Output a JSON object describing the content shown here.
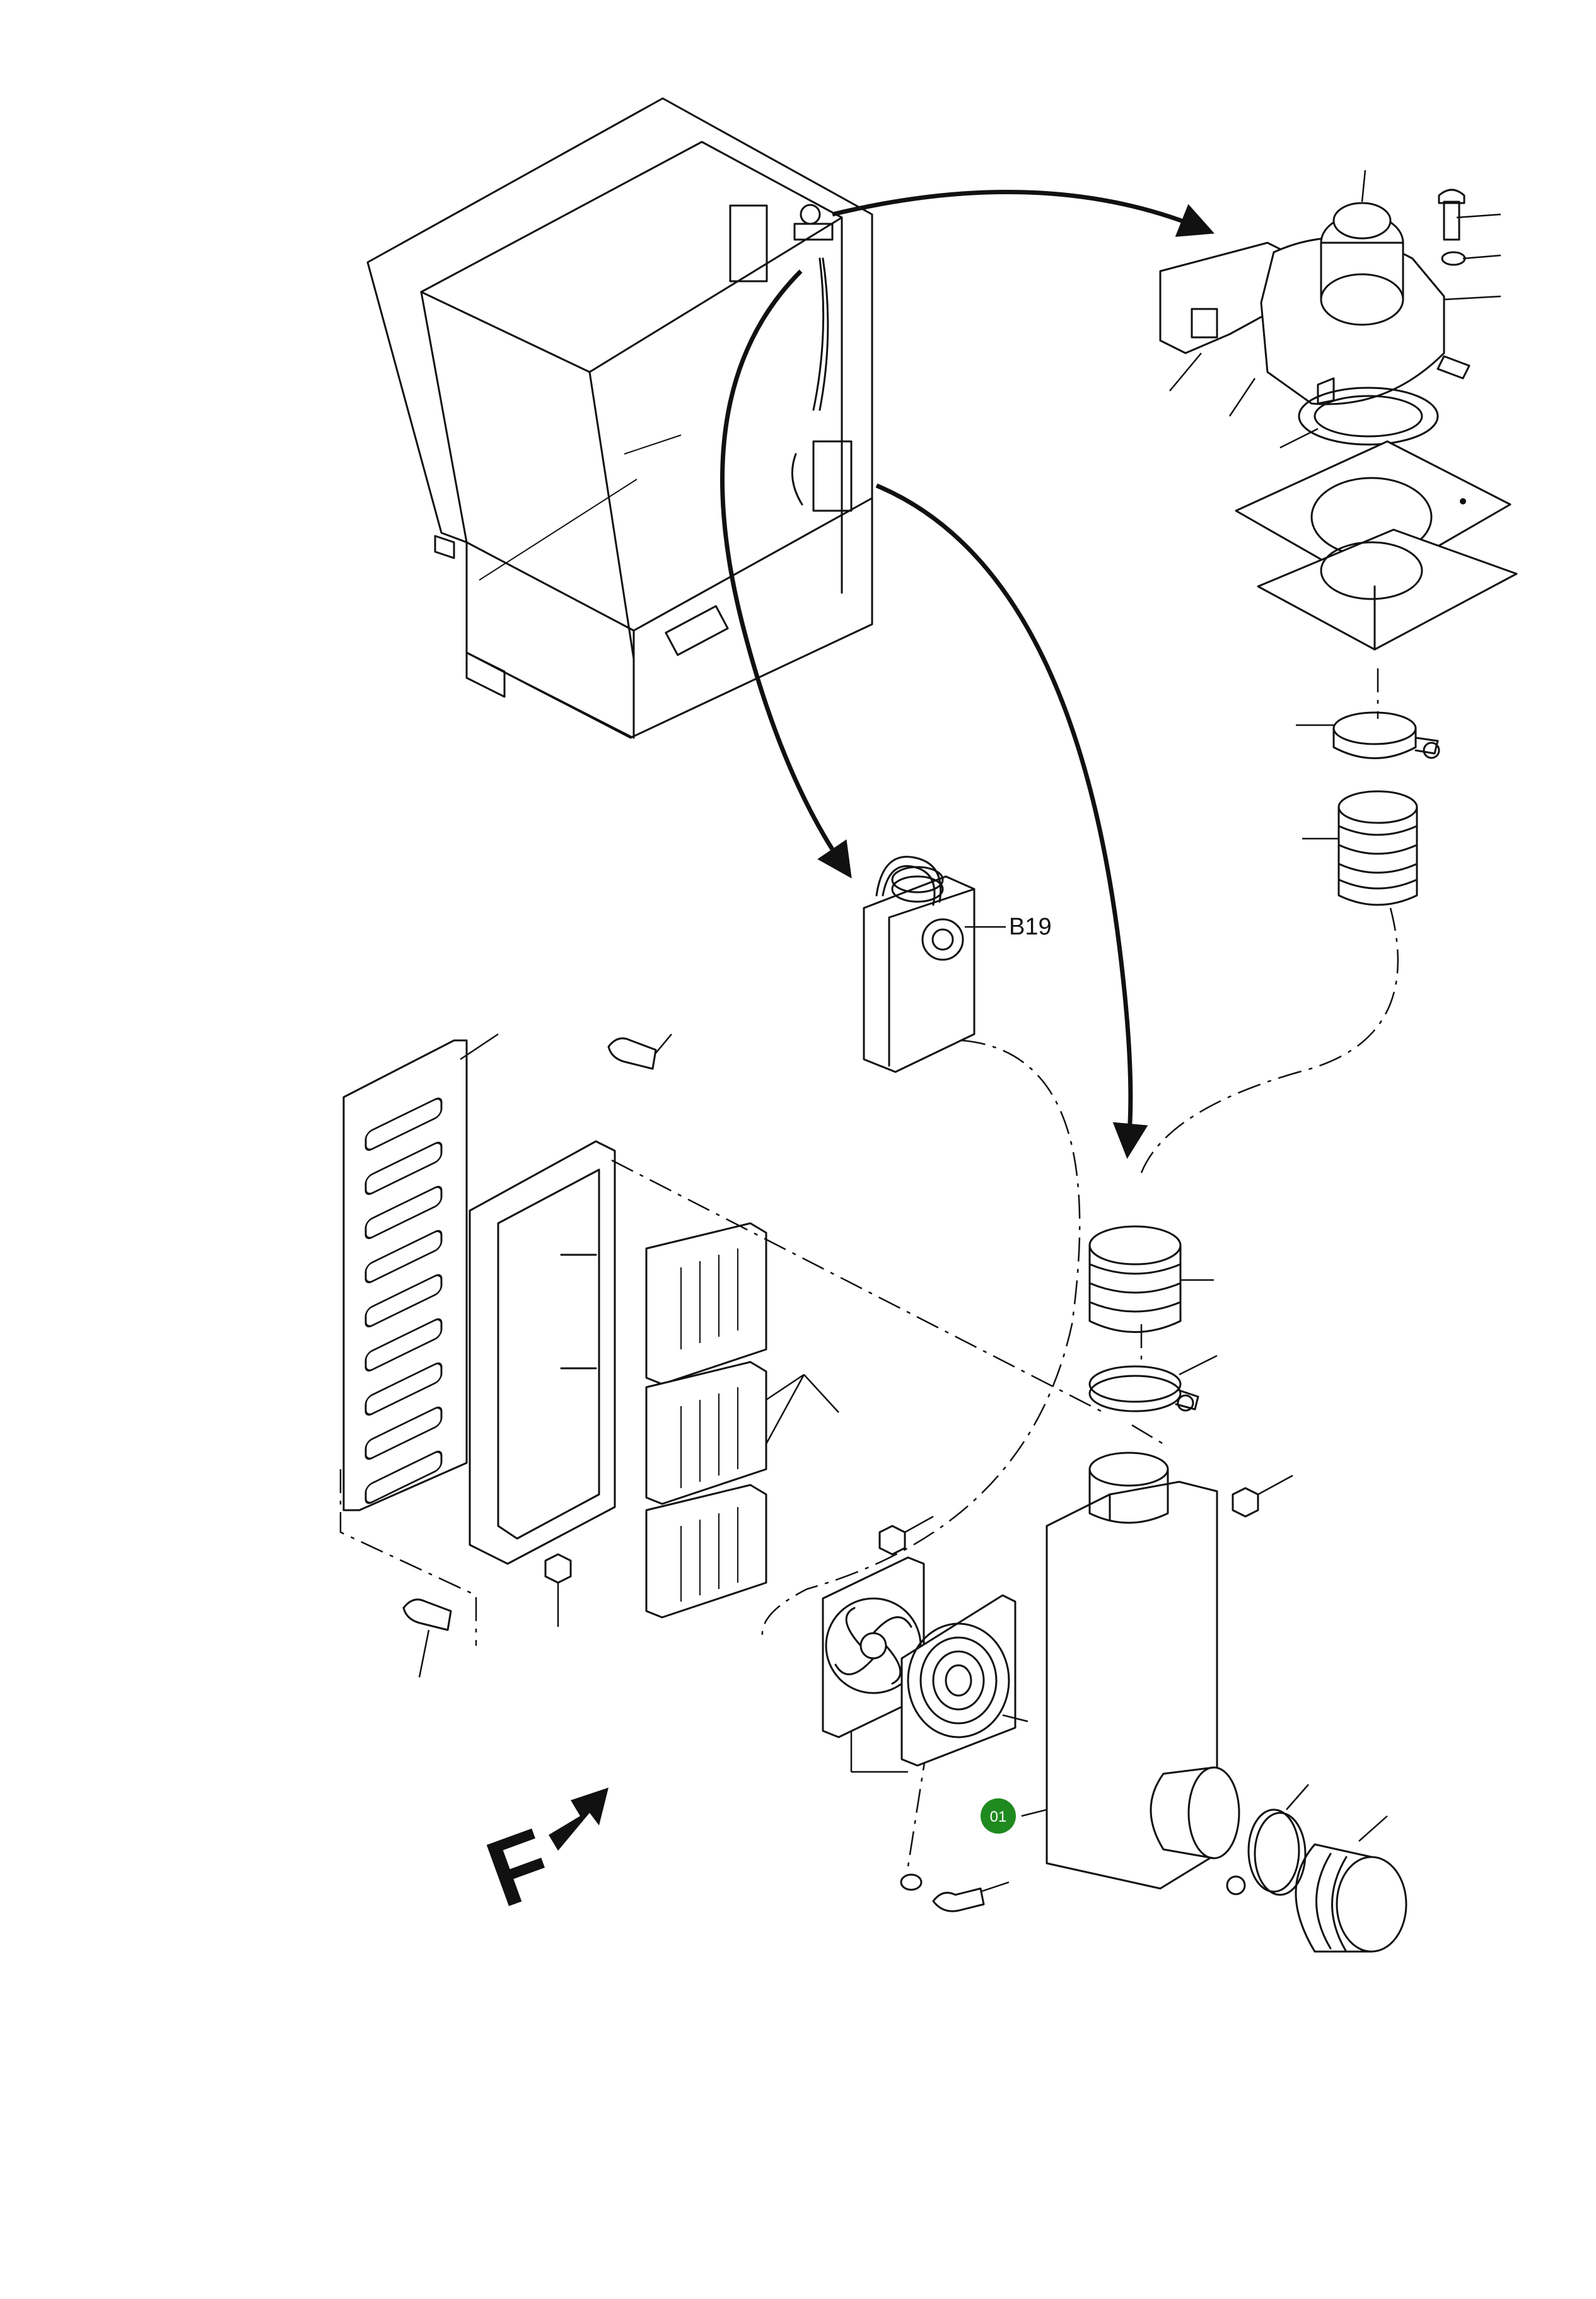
{
  "labels": {
    "b19": "B19",
    "view_letter": "F",
    "callout": "01"
  },
  "colors": {
    "callout_fill": "#1f8a1f",
    "callout_text": "#ffffff",
    "line": "#111111"
  }
}
